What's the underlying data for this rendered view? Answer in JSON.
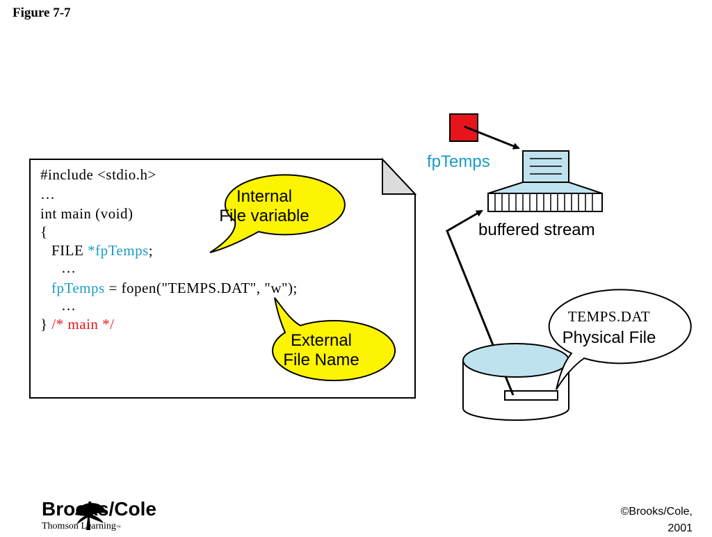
{
  "figure": {
    "title": "Figure 7-7"
  },
  "code": {
    "line1": "#include <stdio.h>",
    "line2": "…",
    "line3": "int main (void)",
    "line4": "{",
    "line5_kw": "FILE ",
    "line5_var": "*fpTemps",
    "line5_end": ";",
    "line6": "…",
    "line7_var": "fpTemps",
    "line7_rest": " = fopen(\"TEMPS.DAT\", \"w\");",
    "line8": "…",
    "line9_brace": "} ",
    "line9_comment": "/* main */"
  },
  "callouts": {
    "internal_line1": "Internal",
    "internal_line2": "File variable",
    "external_line1": "External",
    "external_line2": "File Name",
    "physical_line1": "TEMPS.DAT",
    "physical_line2": "Physical File"
  },
  "stream": {
    "pointer_label": "fpTemps",
    "stream_label": "buffered stream"
  },
  "footer": {
    "brand": "Brooks/Cole",
    "brand_sub": "Thomson Learning",
    "brand_tm": "™",
    "copyright_line1": "©Brooks/Cole,",
    "copyright_line2": "2001"
  },
  "colors": {
    "code_highlight": "#1a9bc5",
    "comment": "#e8141c",
    "callout_fill": "#fcf400",
    "pointer_fill": "#e8141c",
    "stream_fill": "#bfe3ee",
    "disk_fill": "#bfe3ee"
  }
}
